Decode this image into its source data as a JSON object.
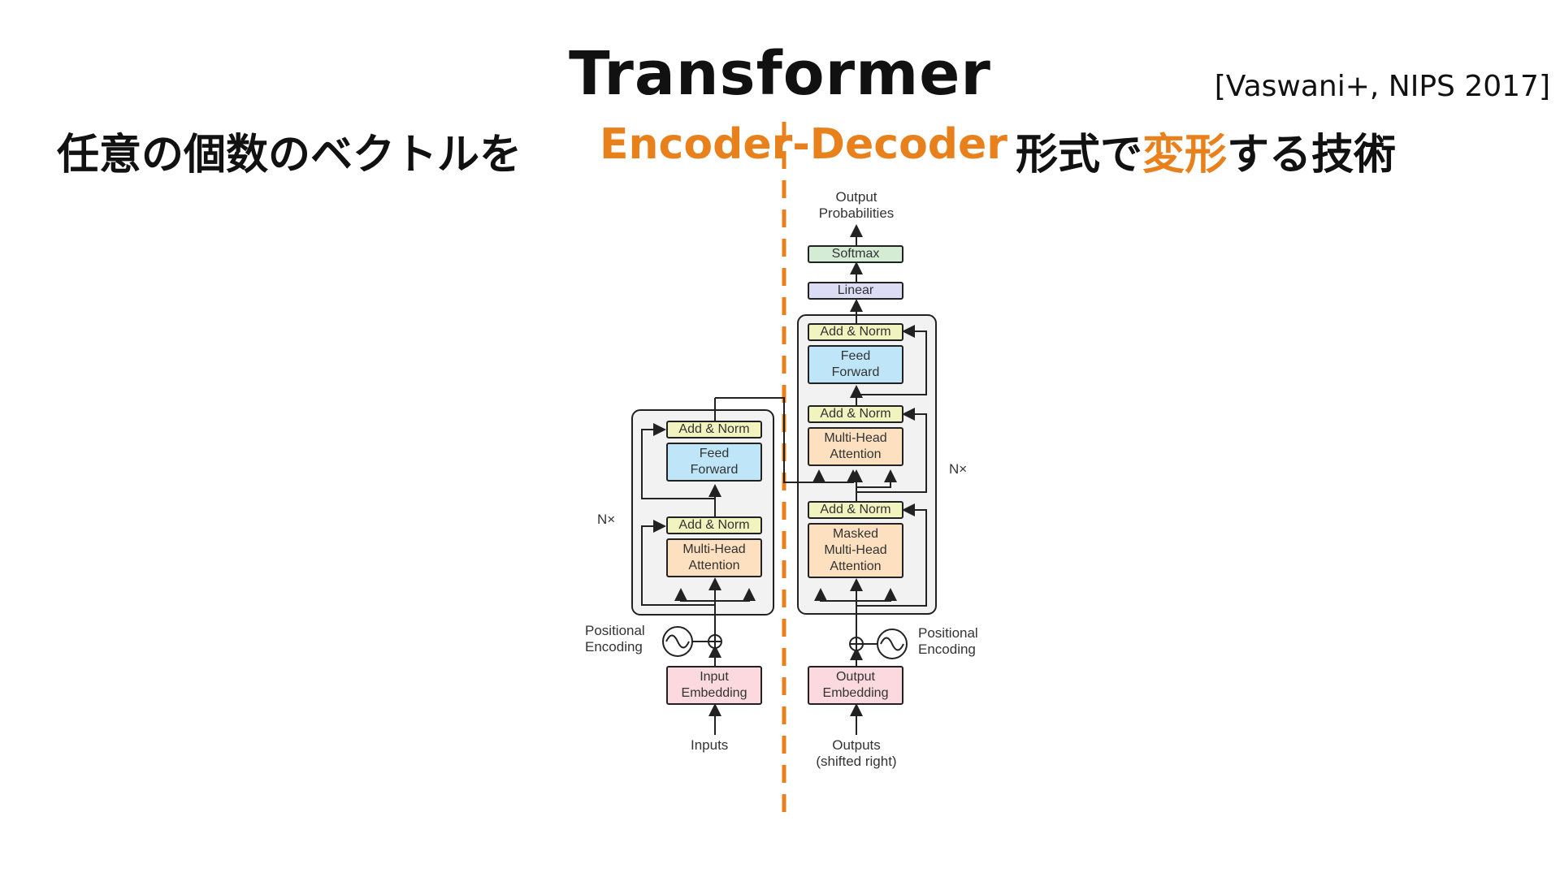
{
  "slide": {
    "title": "Transformer",
    "citation": "[Vaswani+, NIPS 2017]",
    "subtitle_left": "任意の個数のベクトルを",
    "subtitle_mid": "Encoder-Decoder",
    "subtitle_right_1": "形式で",
    "subtitle_right_2": "変形",
    "subtitle_right_3": "する技術"
  },
  "colors": {
    "accent": "#e8801c",
    "add_norm": "#f2f4bf",
    "feed_forward": "#bfe6f8",
    "attention": "#fde0bf",
    "embedding": "#fbd9de",
    "linear": "#dcdcf5",
    "softmax": "#d4ecd4"
  },
  "diagram": {
    "encoder": {
      "add_norm_1": "Add & Norm",
      "feed_forward": "Feed\nForward",
      "add_norm_2": "Add & Norm",
      "attention": "Multi-Head\nAttention",
      "nx": "N×",
      "positional": "Positional\nEncoding",
      "embedding": "Input\nEmbedding",
      "input_label": "Inputs"
    },
    "decoder": {
      "output_label": "Output\nProbabilities",
      "softmax": "Softmax",
      "linear": "Linear",
      "add_norm_top": "Add & Norm",
      "feed_forward": "Feed\nForward",
      "add_norm_mid": "Add & Norm",
      "attention": "Multi-Head\nAttention",
      "add_norm_bottom": "Add & Norm",
      "masked_attention": "Masked\nMulti-Head\nAttention",
      "nx": "N×",
      "positional": "Positional\nEncoding",
      "embedding": "Output\nEmbedding",
      "input_label": "Outputs\n(shifted right)"
    }
  }
}
